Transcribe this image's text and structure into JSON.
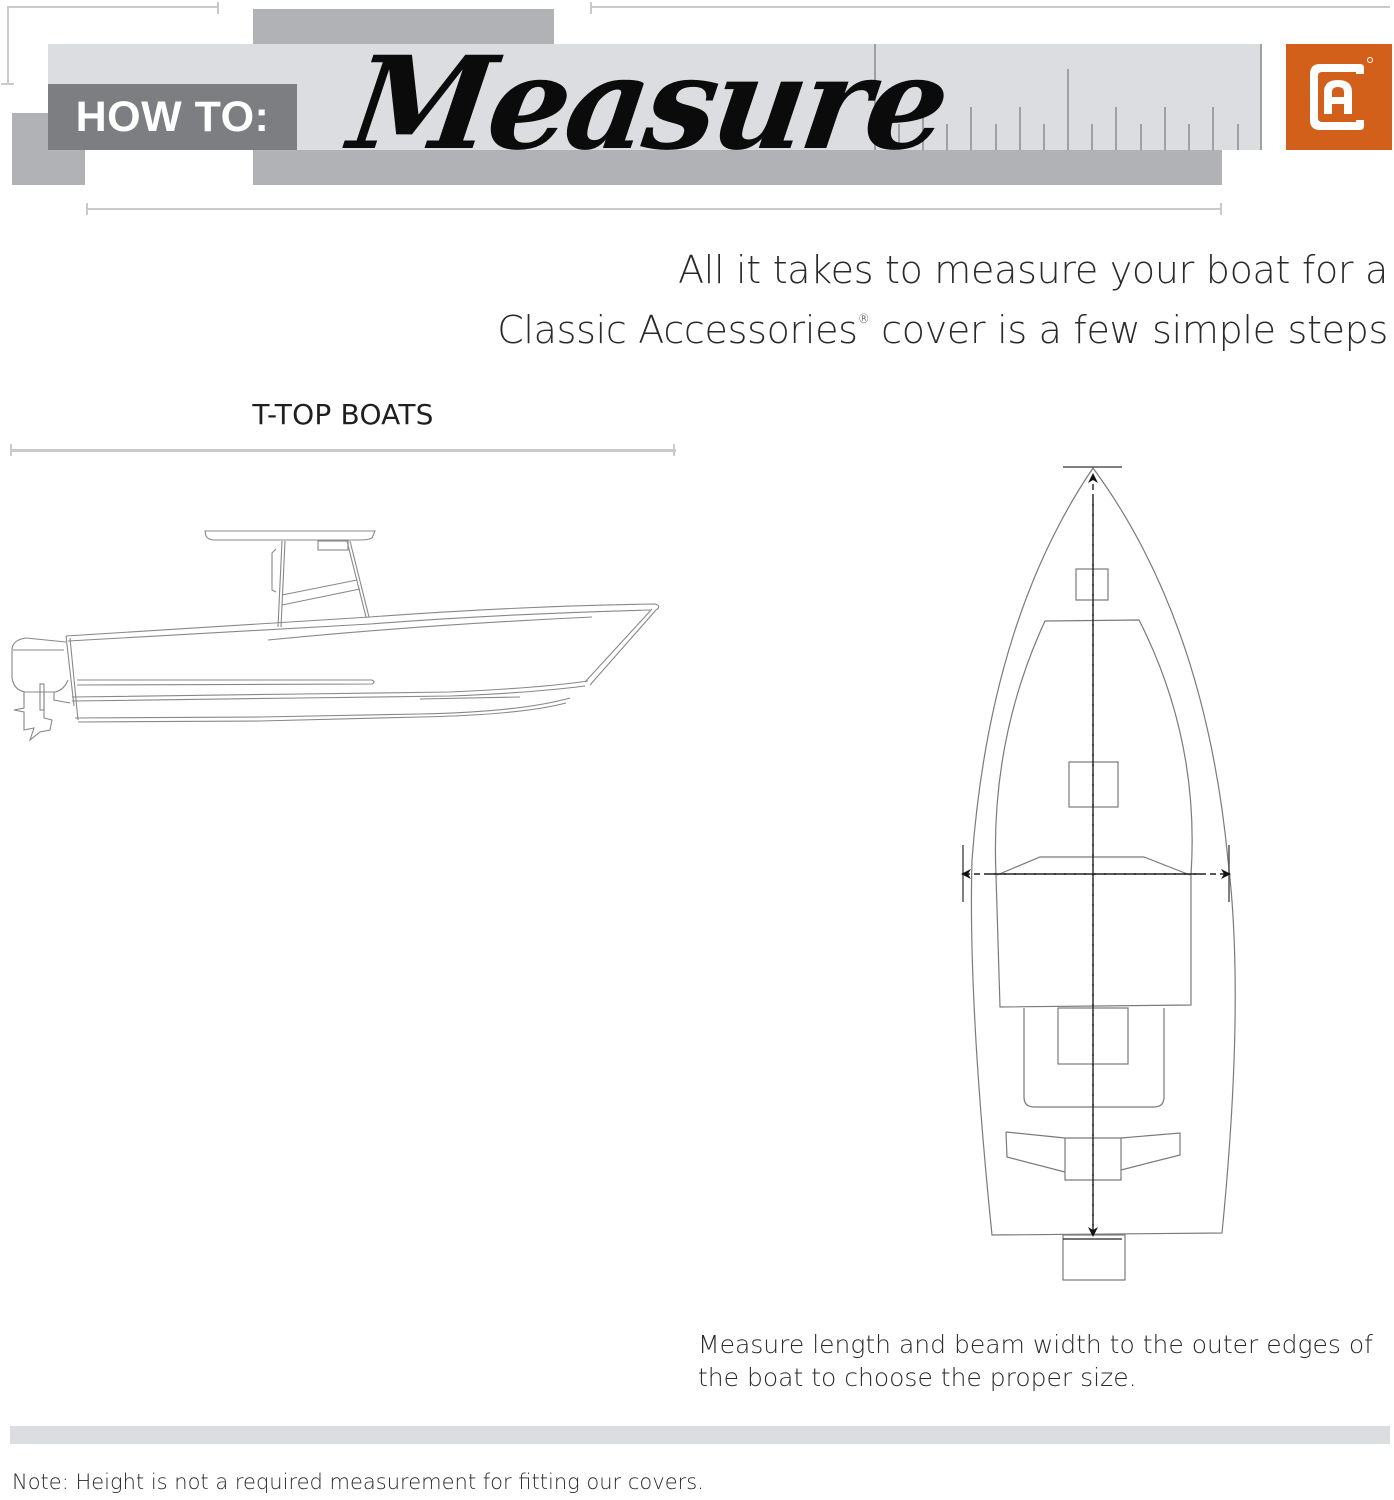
{
  "header": {
    "label": "HOW TO:",
    "title": "Measure",
    "logo": {
      "icon": "classic-accessories-ca-logo",
      "color": "#d2601a",
      "registered_mark": "®"
    },
    "colors": {
      "band_light": "#dcdde0",
      "band_mid": "#b1b2b5",
      "band_dark": "#7d7e81",
      "bracket": "#c9cacc"
    },
    "ruler_ticks": 16
  },
  "intro": {
    "line1": "All it takes to measure your boat for a",
    "line2_brand": "Classic Accessories",
    "line2_mark": "®",
    "line2_rest": " cover is a few simple steps"
  },
  "section": {
    "title": "T-TOP BOATS"
  },
  "diagrams": {
    "side_view": {
      "icon": "t-top-boat-side-view"
    },
    "top_view": {
      "icon": "boat-top-view",
      "length_arrow": "length-dimension-arrow",
      "beam_arrow": "beam-width-dimension-arrow"
    }
  },
  "caption": {
    "line1": "Measure length and beam width to the outer edges of",
    "line2": "the boat to choose the proper size."
  },
  "footer": {
    "note": "Note: Height is not a required measurement for fitting our covers."
  }
}
